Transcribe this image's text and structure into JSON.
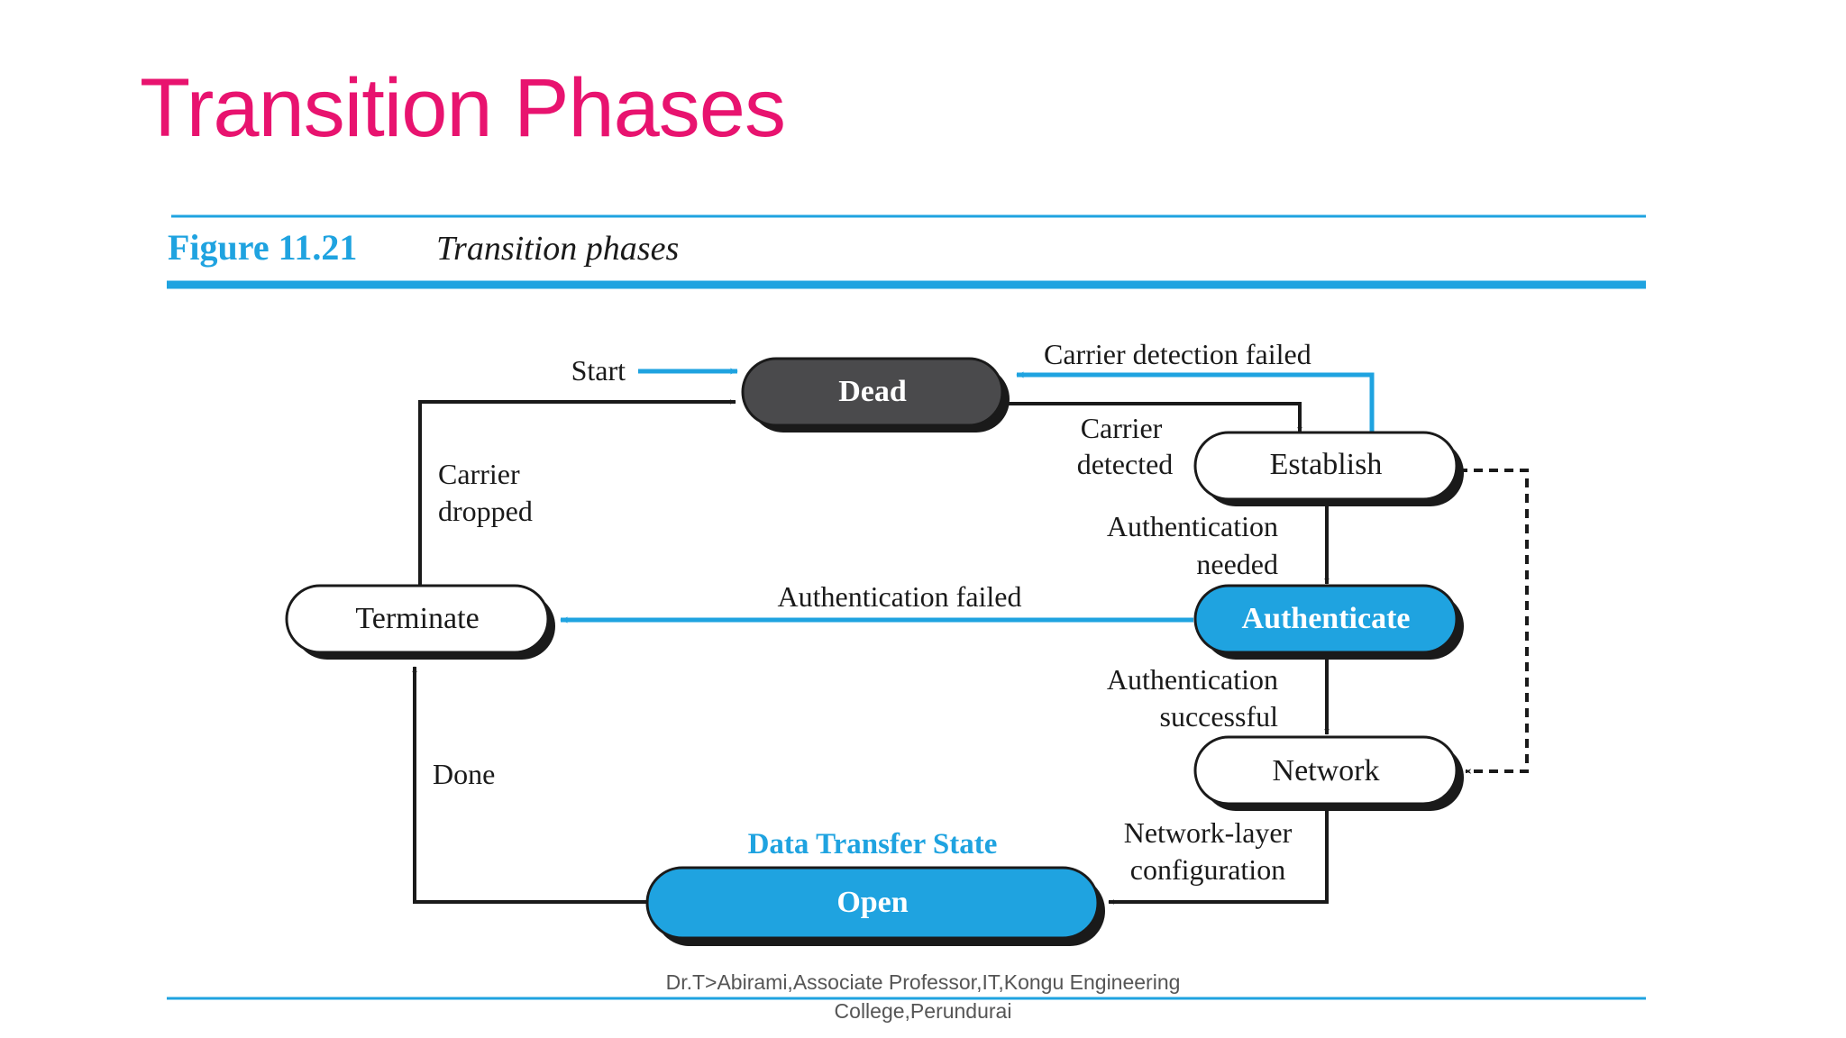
{
  "slide": {
    "title": "Transition Phases",
    "footer_line1": "Dr.T>Abirami,Associate Professor,IT,Kongu Engineering",
    "footer_line2": "College,Perundurai"
  },
  "figure": {
    "number": "Figure 11.21",
    "caption": "Transition phases"
  },
  "states": {
    "dead": "Dead",
    "establish": "Establish",
    "authenticate": "Authenticate",
    "network": "Network",
    "open": "Open",
    "terminate": "Terminate",
    "data_transfer_state": "Data Transfer State"
  },
  "transitions": {
    "start": "Start",
    "carrier_detection_failed": "Carrier detection failed",
    "carrier_detected_1": "Carrier",
    "carrier_detected_2": "detected",
    "authentication_needed_1": "Authentication",
    "authentication_needed_2": "needed",
    "authentication_failed": "Authentication failed",
    "authentication_successful_1": "Authentication",
    "authentication_successful_2": "successful",
    "network_layer_config_1": "Network-layer",
    "network_layer_config_2": "configuration",
    "carrier_dropped_1": "Carrier",
    "carrier_dropped_2": "dropped",
    "done": "Done"
  },
  "colors": {
    "title": "#e8136f",
    "accent_blue": "#1fa3e0",
    "dark_state": "#4a4a4c",
    "line": "#1a1a1a"
  }
}
